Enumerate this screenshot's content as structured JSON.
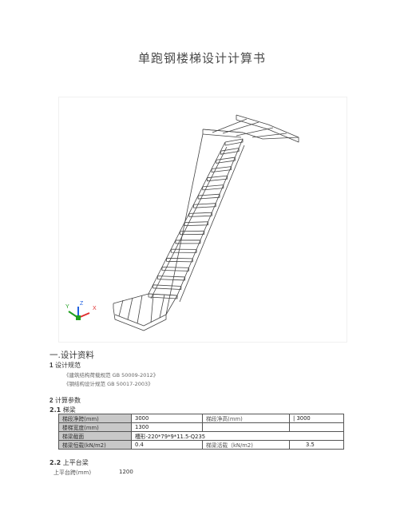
{
  "title": "单跑钢楼梯设计计算书",
  "section1": {
    "heading": "一.设计资料",
    "sub_number": "1",
    "sub_label": "设计规范",
    "refs": [
      "《建筑结构荷载规范 GB 50009-2012》",
      "《钢结构设计规范 GB 50017-2003》"
    ]
  },
  "section2": {
    "number": "2",
    "label": "计算参数",
    "sub1_number": "2.1",
    "sub1_label": "梯梁",
    "table": {
      "r1": {
        "l1": "梯段净跨(mm)",
        "v1": "3000",
        "l2": "梯段净高(mm)",
        "v2": "| 3000"
      },
      "r2": {
        "l1": "楼梯宽度(mm)",
        "v1": "1300"
      },
      "r3": {
        "l1": "梯梁截面",
        "v1": "槽形-220*79*9*11.5-Q235"
      },
      "r4": {
        "l1": "梯梁恒载(kN/m2)",
        "v1": "0.4",
        "l2": "梯梁活载（kN/m2)",
        "v2": "3.5"
      }
    },
    "sub2_number": "2.2",
    "sub2_label": "上平台梁",
    "platform_label": "上平台跨(mm)",
    "platform_value": "1200"
  },
  "axis": {
    "x": "X",
    "y": "Y",
    "z": "Z"
  },
  "colors": {
    "x_axis": "#e03030",
    "y_axis": "#20a020",
    "z_axis": "#2060e0",
    "line": "#444444"
  }
}
